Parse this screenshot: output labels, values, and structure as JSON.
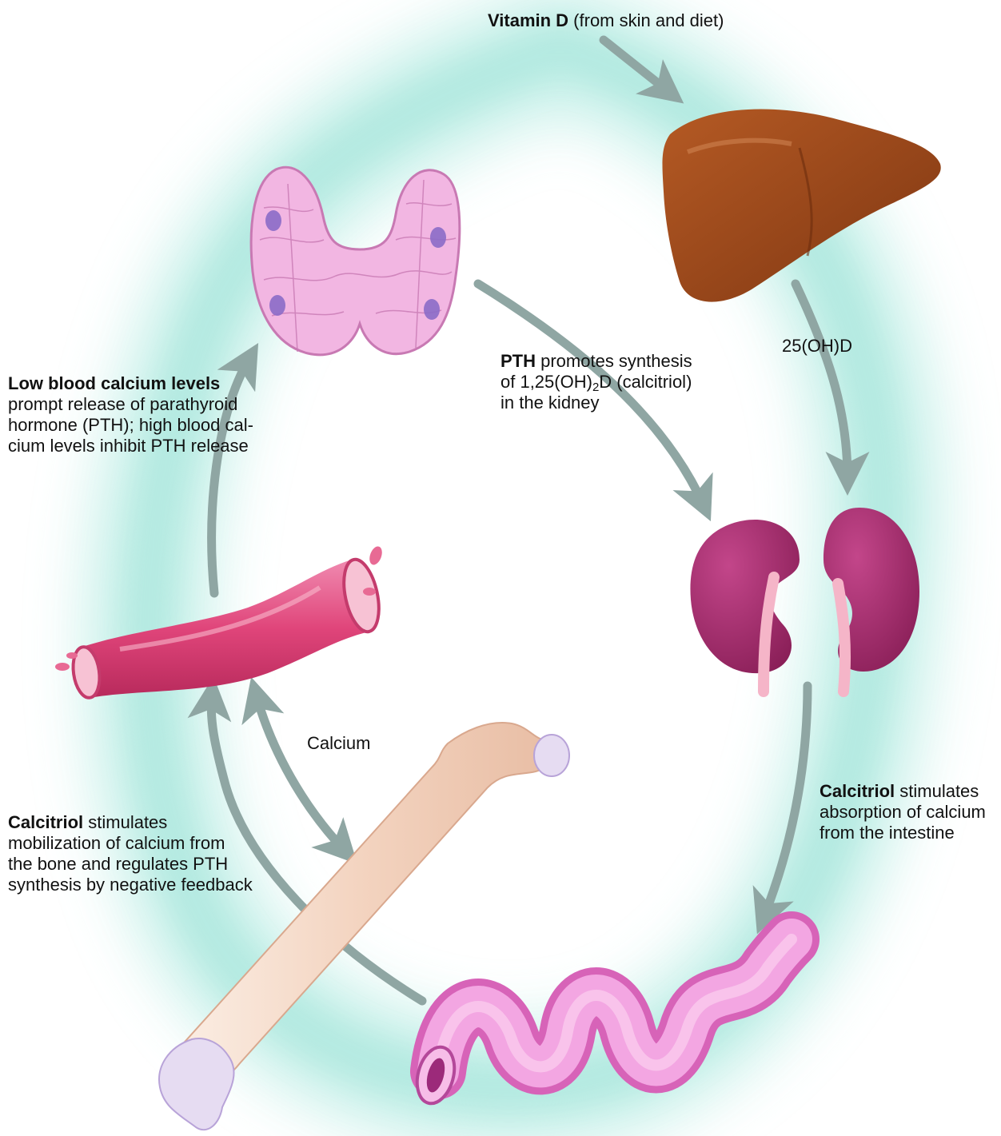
{
  "labels": {
    "vitamin_d": {
      "bold": "Vitamin D",
      "rest": " (from skin and diet)"
    },
    "oh_d": "25(OH)D",
    "pth": {
      "bold": "PTH",
      "line1_rest": " promotes synthesis",
      "line2_pre": "of 1,25(OH)",
      "line2_sub": "2",
      "line2_post": "D (calcitriol)",
      "line3": "in the kidney"
    },
    "low_calcium": {
      "bold": "Low blood calcium levels",
      "lines": [
        "prompt release of parathyroid",
        "hormone (PTH); high blood cal-",
        "cium levels inhibit PTH release"
      ]
    },
    "calcium": "Calcium",
    "calcitriol_bone": {
      "bold": "Calcitriol",
      "line1_rest": " stimulates",
      "lines": [
        "mobilization of calcium from",
        "the bone and regulates PTH",
        "synthesis by negative feedback"
      ]
    },
    "calcitriol_intestine": {
      "bold": "Calcitriol",
      "line1_rest": " stimulates",
      "lines": [
        "absorption of calcium",
        "from the intestine"
      ]
    }
  },
  "colors": {
    "arrow": "#8fa6a3",
    "glow": "#bfeee6",
    "liver": "#9a4a1c",
    "kidney": "#a32c6a",
    "thyroid": "#f2b6e2",
    "vessel": "#e0457a",
    "bone": "#f6dccb",
    "intestine": "#ef8ad6"
  }
}
